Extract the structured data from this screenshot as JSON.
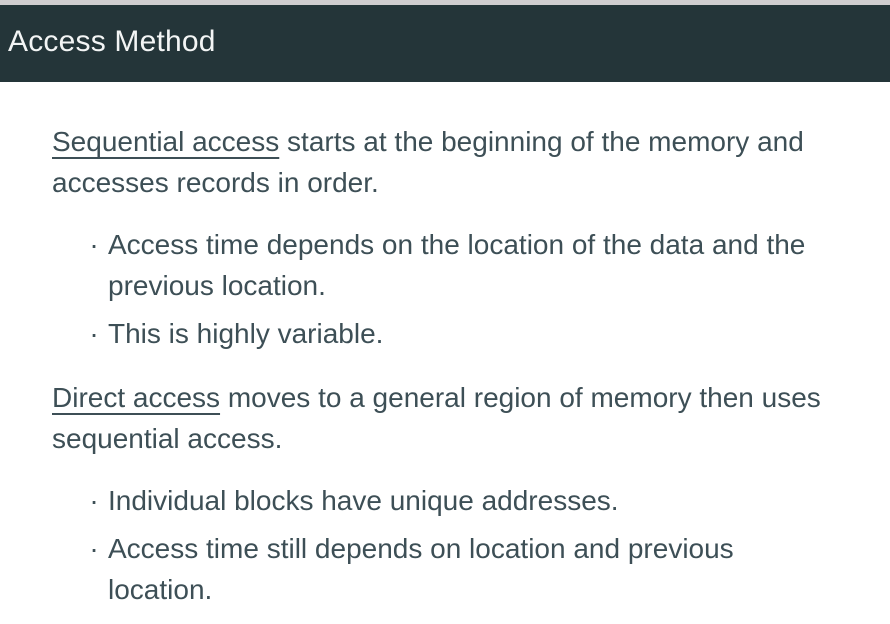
{
  "header": {
    "title": "Access Method"
  },
  "content": {
    "bullet_glyph": "·",
    "sections": [
      {
        "lead": {
          "term": "Sequential access",
          "rest": " starts at the beginning of the memory and accesses records in order."
        },
        "bullets": [
          "Access time depends on the location of the data and the previous location.",
          "This is highly variable."
        ]
      },
      {
        "lead": {
          "term": "Direct access",
          "rest": " moves to a general region of memory then uses sequential access."
        },
        "bullets": [
          "Individual blocks have unique addresses.",
          "Access time still depends on location and previous location."
        ]
      }
    ]
  },
  "colors": {
    "header_background": "#243539",
    "top_strip": "#cfcdcf",
    "body_text": "#3d4f56",
    "title_text": "#f3f5f5",
    "page_background": "#ffffff"
  }
}
